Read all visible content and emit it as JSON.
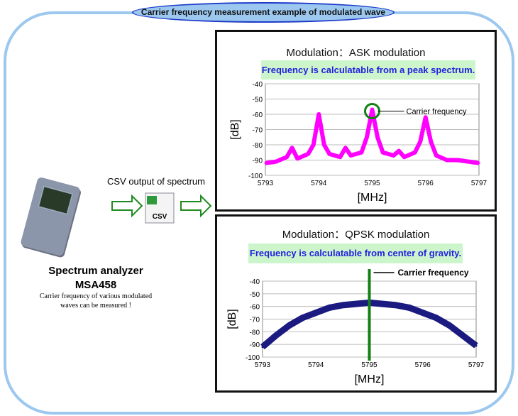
{
  "title": "Carrier frequency measurement example of modulated wave",
  "left": {
    "csv_label": "CSV output of spectrum",
    "csv_icon_text": "CSV",
    "device_name": "Spectrum analyzer",
    "device_model": "MSA458",
    "description_line1": "Carrier frequency of various modulated",
    "description_line2": "waves can be measured !"
  },
  "chart_data": [
    {
      "type": "line",
      "title": "Modulation：ASK modulation",
      "note": "Frequency is calculatable from a peak spectrum.",
      "annotation": "Carrier frequency",
      "xlabel": "[MHz]",
      "ylabel": "[dB]",
      "xlim": [
        5793,
        5797
      ],
      "ylim": [
        -100,
        -40
      ],
      "xticks": [
        5793,
        5794,
        5795,
        5796,
        5797
      ],
      "yticks": [
        -40,
        -50,
        -60,
        -70,
        -80,
        -90,
        -100
      ],
      "grid": true,
      "color": "#ff00ff",
      "x": [
        5793,
        5793.2,
        5793.4,
        5793.5,
        5793.6,
        5793.8,
        5793.9,
        5794,
        5794.1,
        5794.2,
        5794.4,
        5794.5,
        5794.6,
        5794.8,
        5794.9,
        5795,
        5795.1,
        5795.2,
        5795.4,
        5795.5,
        5795.6,
        5795.8,
        5795.9,
        5796,
        5796.1,
        5796.2,
        5796.4,
        5796.6,
        5796.8,
        5797
      ],
      "y": [
        -92,
        -91,
        -88,
        -82,
        -89,
        -86,
        -80,
        -60,
        -80,
        -86,
        -88,
        -82,
        -87,
        -85,
        -75,
        -57,
        -75,
        -85,
        -87,
        -84,
        -88,
        -85,
        -78,
        -62,
        -78,
        -87,
        -90,
        -90,
        -91,
        -92
      ]
    },
    {
      "type": "line",
      "title": "Modulation：QPSK modulation",
      "note": "Frequency is calculatable from center of gravity.",
      "annotation": "Carrier frequency",
      "carrier_mhz": 5795,
      "xlabel": "[MHz]",
      "ylabel": "[dB]",
      "xlim": [
        5793,
        5797
      ],
      "ylim": [
        -100,
        -40
      ],
      "xticks": [
        5793,
        5794,
        5795,
        5796,
        5797
      ],
      "yticks": [
        -40,
        -50,
        -60,
        -70,
        -80,
        -90,
        -100
      ],
      "grid": true,
      "color": "#1a1a80",
      "marker_color": "#138013",
      "x": [
        5793,
        5793.25,
        5793.5,
        5793.75,
        5794,
        5794.25,
        5794.5,
        5794.75,
        5795,
        5795.25,
        5795.5,
        5795.75,
        5796,
        5796.25,
        5796.5,
        5796.75,
        5797
      ],
      "y": [
        -92,
        -83,
        -75,
        -69,
        -65,
        -61,
        -59,
        -58,
        -57,
        -58,
        -59,
        -61,
        -65,
        -69,
        -75,
        -83,
        -91
      ]
    }
  ]
}
